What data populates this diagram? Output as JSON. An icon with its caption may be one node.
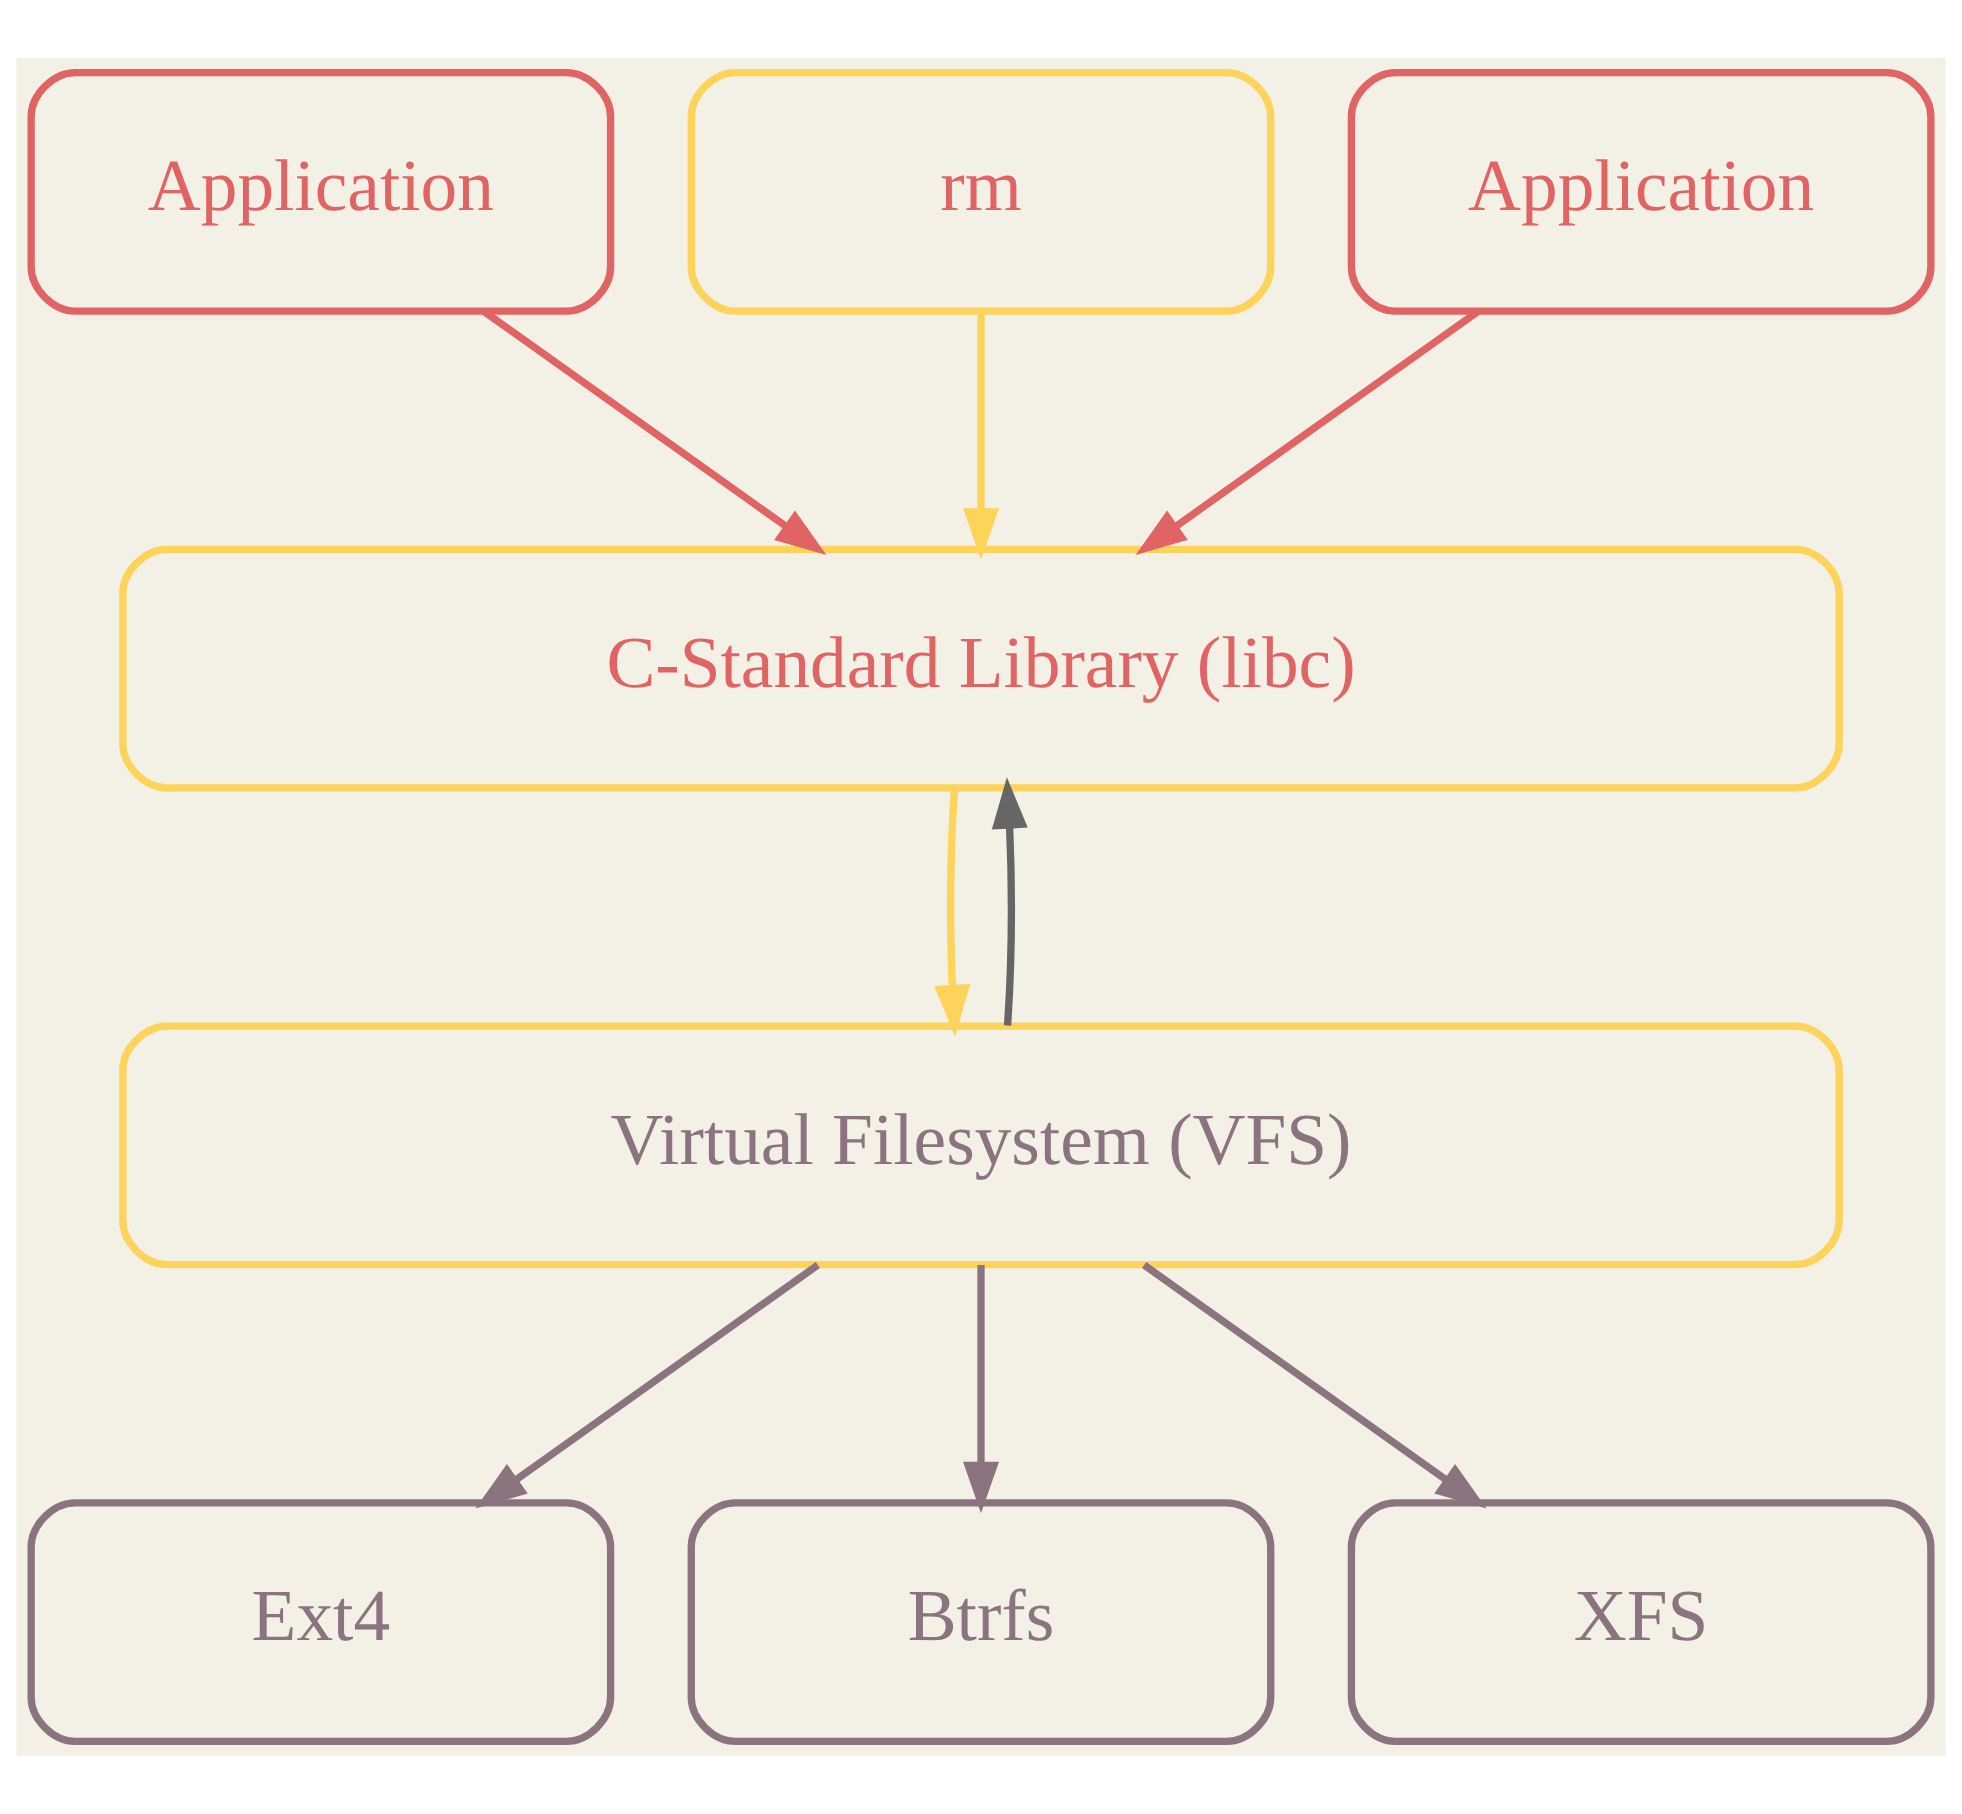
{
  "diagram": {
    "nodes": [
      {
        "text": [
          "Application"
        ]
      },
      {
        "text": [
          "rm"
        ]
      },
      {
        "text": [
          "Application"
        ]
      },
      {
        "text": [
          "C-Standard Library (libc)"
        ]
      },
      {
        "text": [
          "Virtual Filesystem (VFS)"
        ]
      },
      {
        "text": [
          "Ext4"
        ]
      },
      {
        "text": [
          "Btrfs"
        ]
      },
      {
        "text": [
          "XFS"
        ]
      }
    ],
    "edges": [
      {
        "from": 0,
        "to": 3,
        "arrow": "to",
        "color": "#e06464"
      },
      {
        "from": 1,
        "to": 3,
        "arrow": "to",
        "color": "#fdd35a"
      },
      {
        "from": 2,
        "to": 3,
        "arrow": "to",
        "color": "#e06464"
      },
      {
        "from": 3,
        "to": 4,
        "arrow": "to",
        "color": "#fdd35a"
      },
      {
        "from": 4,
        "to": 3,
        "arrow": "to",
        "color": "#666666"
      },
      {
        "from": 4,
        "to": 5,
        "arrow": "to"
      },
      {
        "from": 4,
        "to": 6,
        "arrow": "to"
      },
      {
        "from": 4,
        "to": 7,
        "arrow": "to"
      }
    ]
  }
}
